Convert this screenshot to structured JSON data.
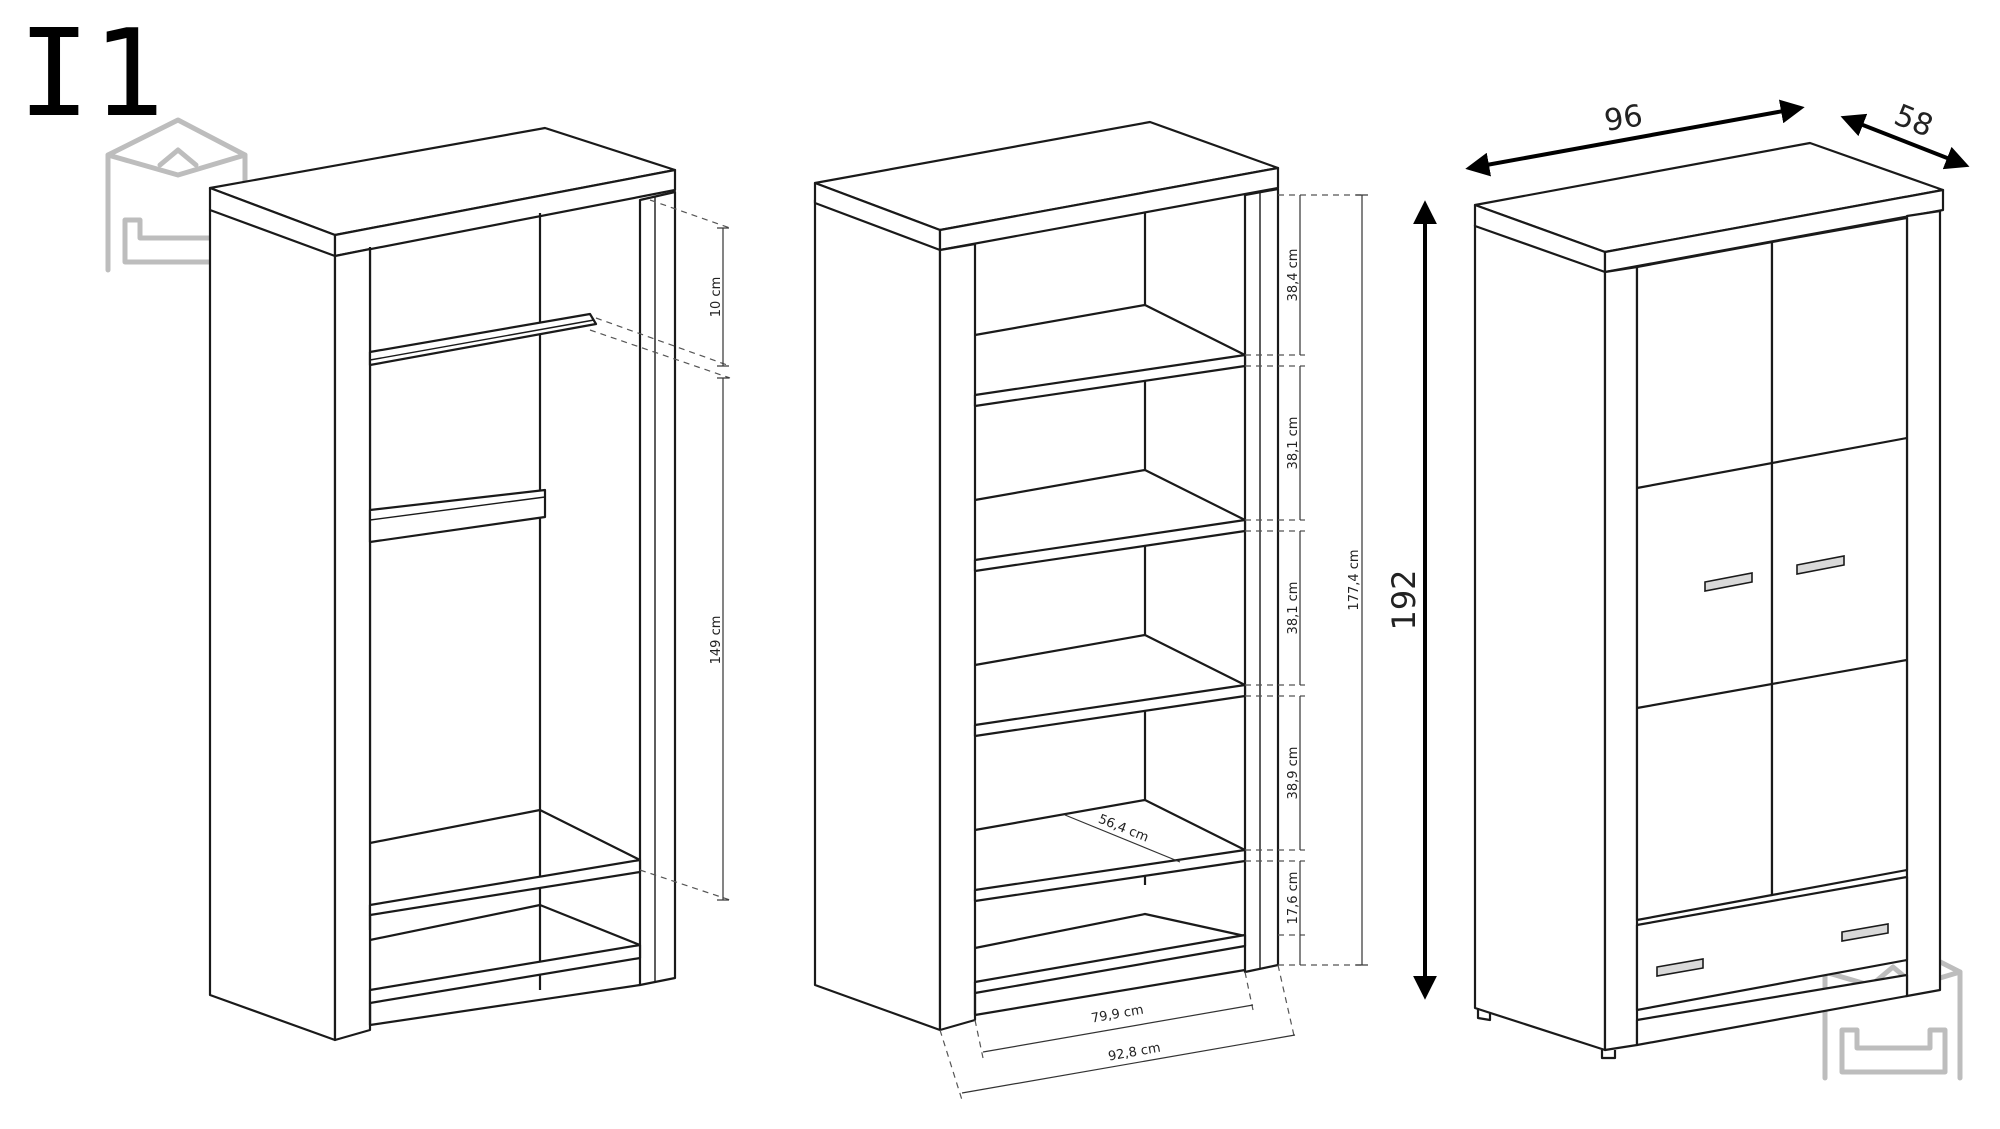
{
  "title": "I1",
  "logo": {
    "icon": "house-sofa-logo-icon",
    "color": "#bdbdbd"
  },
  "left_view": {
    "dims": {
      "rail_gap": "10 cm",
      "hanging_height": "149 cm"
    }
  },
  "middle_view": {
    "dims": {
      "shelf_1": "38,4 cm",
      "shelf_2": "38,1 cm",
      "shelf_3": "38,1 cm",
      "shelf_4": "38,9 cm",
      "shelf_5": "17,6 cm",
      "total_height": "177,4 cm",
      "depth": "56,4 cm",
      "inner_width": "79,9 cm",
      "outer_width": "92,8 cm"
    }
  },
  "right_view": {
    "dims": {
      "width": "96",
      "depth": "58",
      "height": "192"
    }
  }
}
